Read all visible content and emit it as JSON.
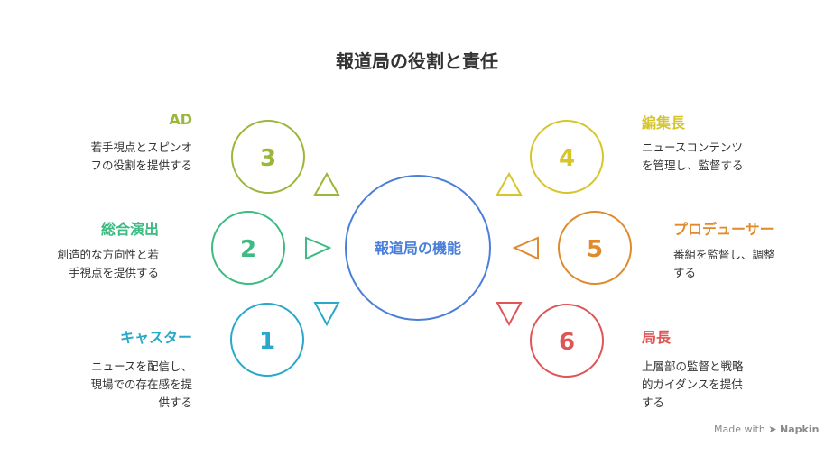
{
  "title": "報道局の役割と責任",
  "center": {
    "label": "報道局の機能",
    "color": "#4a7fd9"
  },
  "nodes": [
    {
      "number": "3",
      "title": "AD",
      "lines": [
        "若手視点とスピンオ",
        "フの役割を提供する"
      ],
      "color": "#9ab73a"
    },
    {
      "number": "2",
      "title": "総合演出",
      "lines": [
        "創造的な方向性と若",
        "手視点を提供する"
      ],
      "color": "#3dbb83"
    },
    {
      "number": "1",
      "title": "キャスター",
      "lines": [
        "ニュースを配信し、",
        "現場での存在感を提",
        "供する"
      ],
      "color": "#2aa8c9"
    },
    {
      "number": "4",
      "title": "編集長",
      "lines": [
        "ニュースコンテンツ",
        "を管理し、監督する"
      ],
      "color": "#d6c62c"
    },
    {
      "number": "5",
      "title": "プロデューサー",
      "lines": [
        "番組を監督し、調整",
        "する"
      ],
      "color": "#e08a2c"
    },
    {
      "number": "6",
      "title": "局長",
      "lines": [
        "上層部の監督と戦略",
        "的ガイダンスを提供",
        "する"
      ],
      "color": "#e05555"
    }
  ],
  "footer": {
    "prefix": "Made with",
    "brand": "Napkin"
  }
}
